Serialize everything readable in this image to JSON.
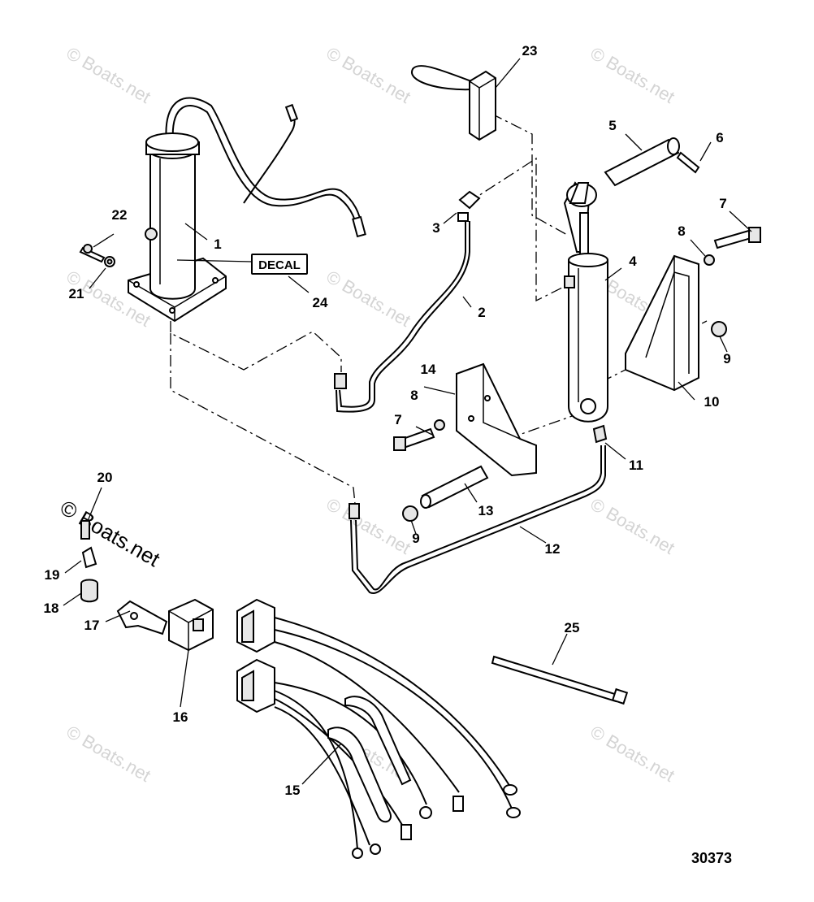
{
  "diagram": {
    "drawing_number": "30373",
    "decal_label": "DECAL",
    "watermark_text": "© Boats.net",
    "callouts": {
      "c1": "1",
      "c2": "2",
      "c3": "3",
      "c4": "4",
      "c5": "5",
      "c6": "6",
      "c7a": "7",
      "c7b": "7",
      "c8a": "8",
      "c8b": "8",
      "c9a": "9",
      "c9b": "9",
      "c10": "10",
      "c11": "11",
      "c12": "12",
      "c13": "13",
      "c14": "14",
      "c15": "15",
      "c16": "16",
      "c17": "17",
      "c18": "18",
      "c19": "19",
      "c20": "20",
      "c21": "21",
      "c22": "22",
      "c23": "23",
      "c24": "24",
      "c25": "25"
    }
  }
}
